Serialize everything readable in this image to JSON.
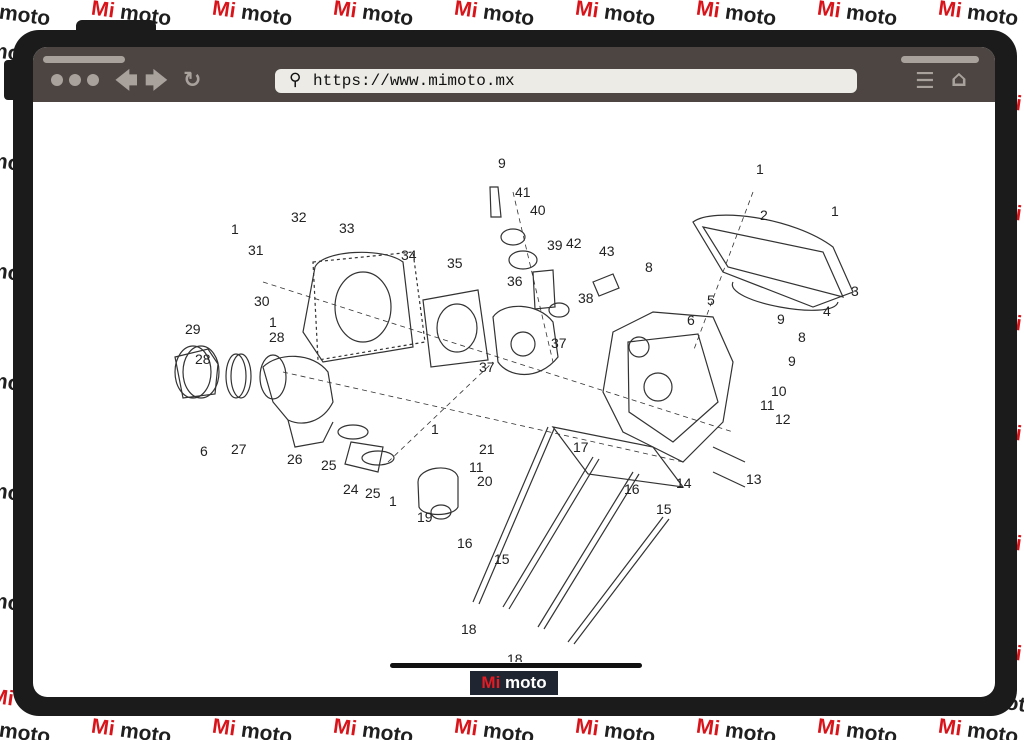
{
  "watermark": {
    "mi": "Mi",
    "moto": "moto"
  },
  "browser": {
    "url": "https://www.mimoto.mx",
    "icons": [
      "dots-icon",
      "back-arrow-icon",
      "forward-arrow-icon",
      "refresh-icon",
      "search-icon",
      "menu-icon",
      "home-icon"
    ]
  },
  "diagram": {
    "callouts": [
      "1",
      "2",
      "3",
      "4",
      "5",
      "6",
      "8",
      "9",
      "10",
      "11",
      "12",
      "13",
      "14",
      "15",
      "16",
      "17",
      "18",
      "19",
      "20",
      "21",
      "24",
      "25",
      "26",
      "27",
      "28",
      "29",
      "30",
      "31",
      "32",
      "33",
      "34",
      "35",
      "36",
      "37",
      "38",
      "39",
      "40",
      "41",
      "42",
      "43"
    ]
  },
  "logo": {
    "mi": "Mi",
    "moto": "moto"
  },
  "colors": {
    "frame": "#1b1b1b",
    "toolbar": "#4c4542",
    "url_bar": "#ecebe6",
    "logo_bg": "#1f2531",
    "brand_red": "#e31b23"
  }
}
